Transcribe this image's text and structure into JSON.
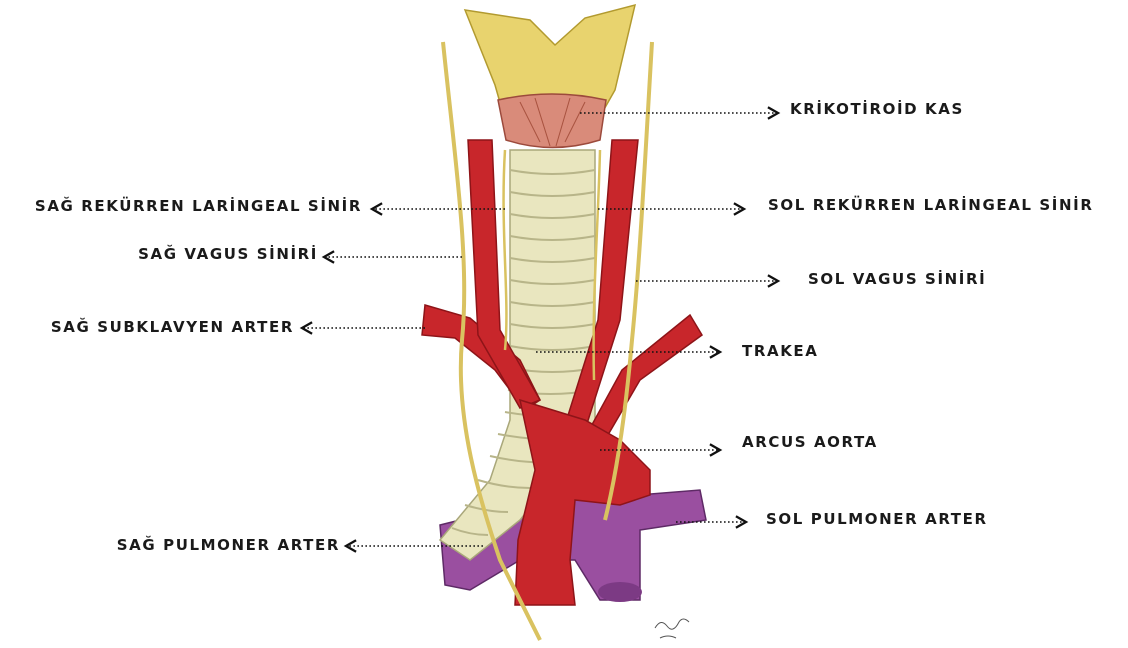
{
  "labels": {
    "krikotiroid": "KRİKOTİROİD KAS",
    "sag_rekurren": "SAĞ REKÜRREN LARİNGEAL SİNİR",
    "sol_rekurren": "SOL REKÜRREN LARİNGEAL SİNİR",
    "sag_vagus": "SAĞ VAGUS SİNİRİ",
    "sol_vagus": "SOL VAGUS SİNİRİ",
    "sag_subklavyen": "SAĞ SUBKLAVYEN ARTER",
    "trakea": "TRAKEA",
    "arcus_aorta": "ARCUS AORTA",
    "sol_pulmoner": "SOL PULMONER ARTER",
    "sag_pulmoner": "SAĞ PULMONER ARTER"
  },
  "colors": {
    "artery": "#c8262b",
    "artery_dark": "#8e1418",
    "pulmonary": "#9a4fa0",
    "trachea": "#e9e6bf",
    "trachea_ring": "#c9c79a",
    "thyroid_cartilage": "#e8d36e",
    "muscle": "#d98b7a",
    "nerve": "#d9c260"
  }
}
